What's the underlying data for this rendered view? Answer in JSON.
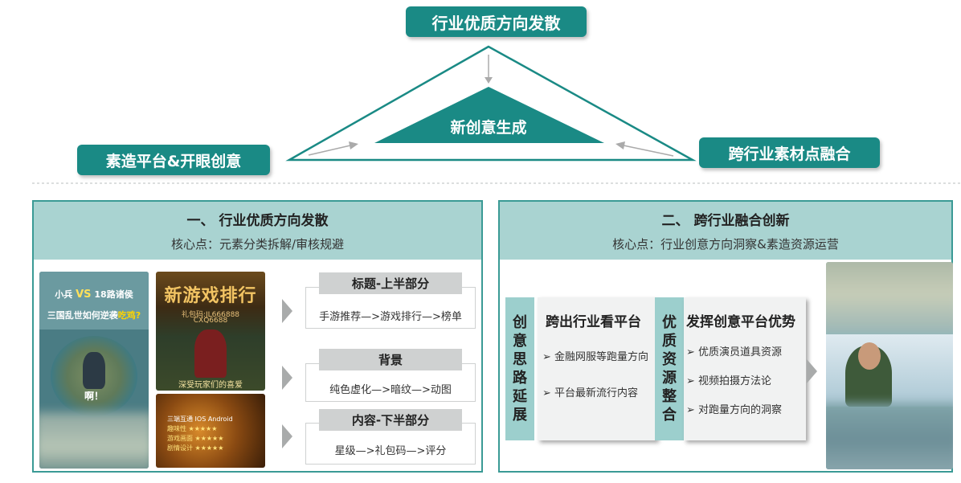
{
  "top": {
    "apex_label": "行业优质方向发散",
    "center_label": "新创意生成",
    "left_label": "素造平台&开眼创意",
    "right_label": "跨行业素材点融合"
  },
  "panel1": {
    "title": "一、 行业优质方向发散",
    "subtitle": "核心点：元素分类拆解/审核规避",
    "img1": {
      "line1_a": "小兵",
      "line1_vs": "VS",
      "line1_b": "18路诸侯",
      "line2_a": "三国乱世如何逆袭",
      "line2_b": "吃鸡?",
      "bottom": "啊！"
    },
    "img2": {
      "title": "新游戏排行",
      "small1": "礼包码:JL666888",
      "small2": "CXQ6688",
      "bottom": "深受玩家们的喜爱"
    },
    "img3": {
      "line1": "三端互通 IOS Android",
      "line2": "趣味性 ★★★★★",
      "line3": "游戏画面 ★★★★★",
      "line4": "剧情设计 ★★★★★"
    },
    "rows": [
      {
        "label": "标题-上半部分",
        "text": "手游推荐—>游戏排行—>榜单"
      },
      {
        "label": "背景",
        "text": "纯色虚化—>暗纹—>动图"
      },
      {
        "label": "内容-下半部分",
        "text": "星级—>礼包码—>评分"
      }
    ]
  },
  "panel2": {
    "title": "二、 跨行业融合创新",
    "subtitle": "核心点：行业创意方向洞察&素造资源运营",
    "col1": [
      "创",
      "意",
      "思",
      "路",
      "延",
      "展"
    ],
    "card1": {
      "title": "跨出行业看平台",
      "items": [
        "➢ 金融网服等跑量方向",
        "➢ 平台最新流行内容"
      ]
    },
    "col2": [
      "优",
      "质",
      "资",
      "源",
      "整",
      "合"
    ],
    "card2": {
      "title": "发挥创意平台优势",
      "items": [
        "➢ 优质演员道具资源",
        "➢ 视频拍摄方法论",
        "➢ 对跑量方向的洞察"
      ]
    }
  },
  "colors": {
    "teal": "#1a8a85",
    "panel_head": "#a9d3d1",
    "column": "#9ccfcd",
    "label_gray": "#cfd1d1"
  }
}
